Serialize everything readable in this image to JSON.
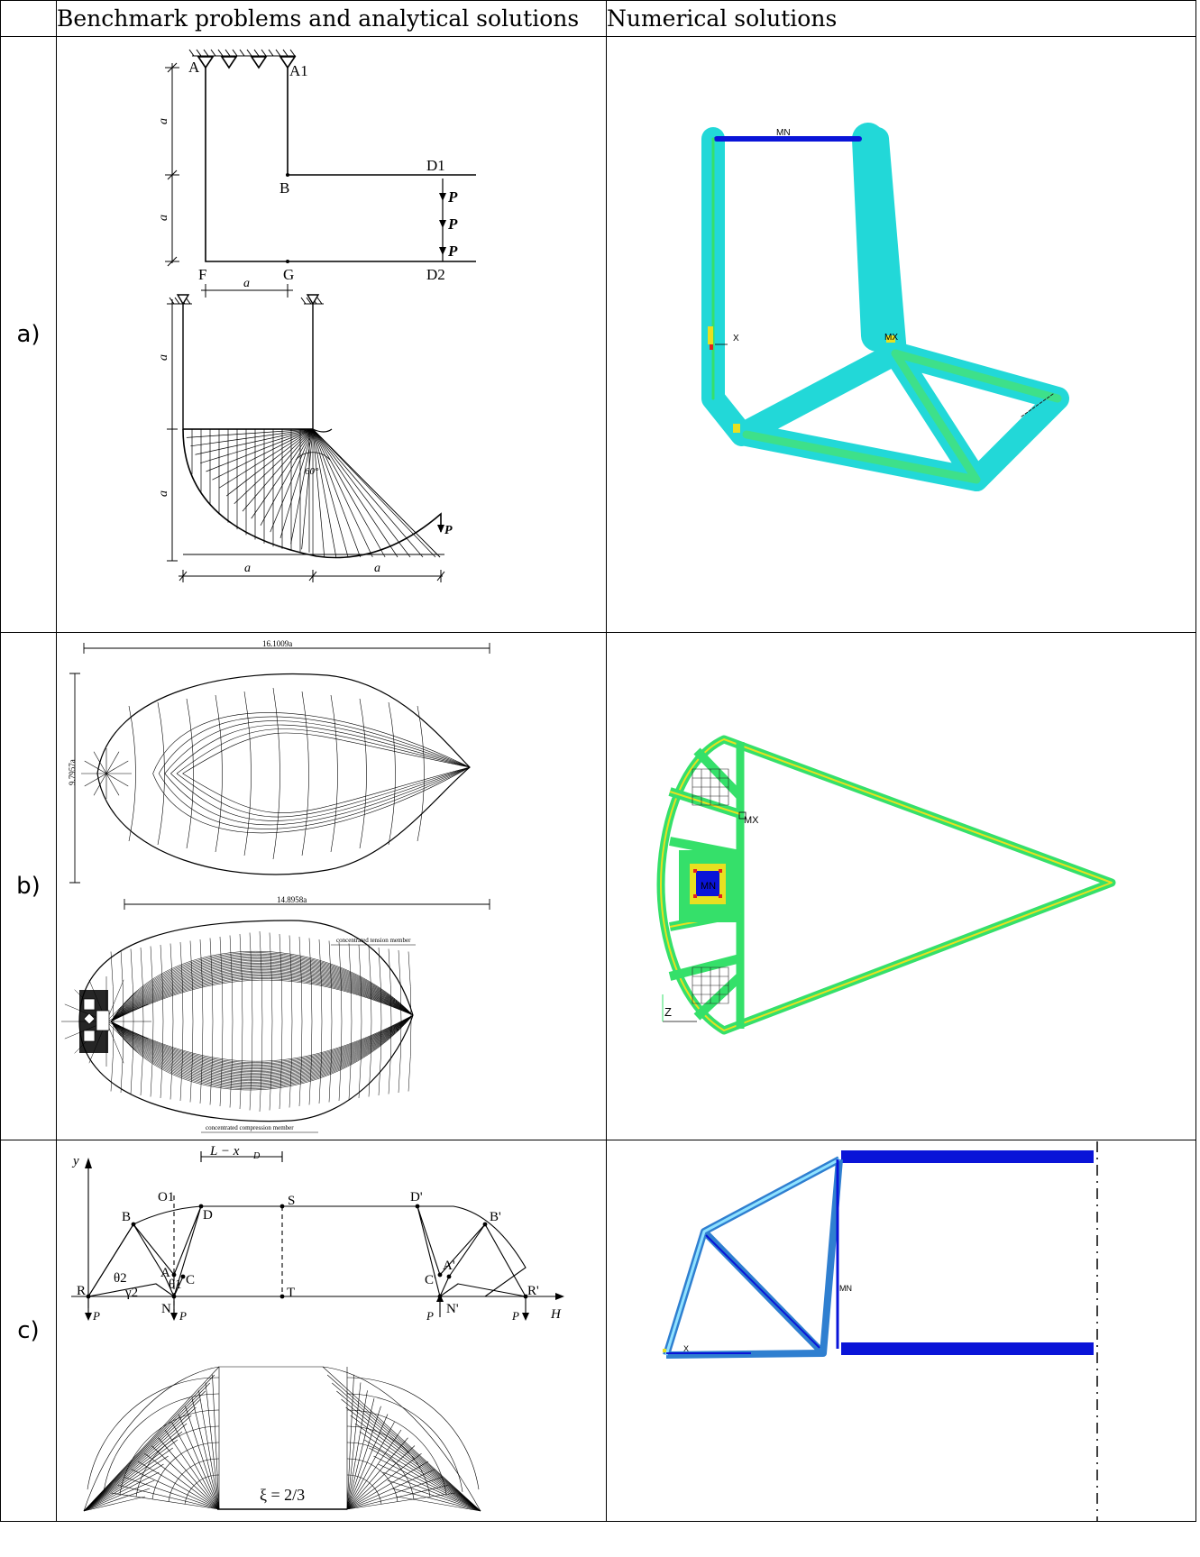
{
  "header": {
    "col_benchmark": "Benchmark problems and analytical solutions",
    "col_numerical": "Numerical solutions"
  },
  "rows": [
    {
      "label": "a)",
      "analytical": {
        "top_labels": [
          "A",
          "A1",
          "B",
          "D1",
          "D2",
          "F",
          "G",
          "P",
          "P",
          "P",
          "a",
          "a",
          "a"
        ],
        "bottom_labels": [
          "a",
          "a",
          "a",
          "a",
          "60°",
          "P"
        ]
      },
      "numerical": {
        "markers": [
          "MN",
          "MX",
          "X"
        ]
      }
    },
    {
      "label": "b)",
      "analytical": {
        "dims": [
          "16.1009a",
          "14.8958a",
          "9.7957a"
        ],
        "captions": [
          "concentrated tension member",
          "concentrated compression member"
        ]
      },
      "numerical": {
        "markers": [
          "MX",
          "MN",
          "Z"
        ]
      }
    },
    {
      "label": "c)",
      "analytical": {
        "labels": [
          "y",
          "L − x",
          "D",
          "O1",
          "D",
          "S",
          "D'",
          "B",
          "B'",
          "A",
          "A'",
          "C",
          "C'",
          "θ2",
          "θ1",
          "γ2",
          "R",
          "N",
          "T",
          "N'",
          "R'",
          "H",
          "P",
          "P",
          "P",
          "P"
        ],
        "formula": "ξ = 2/3"
      },
      "numerical": {
        "markers": [
          "MN",
          "X"
        ]
      }
    }
  ],
  "colors": {
    "contour_blue": "#0a14d8",
    "contour_cyan": "#19e6e6",
    "contour_green": "#35e06a",
    "contour_yellow": "#e8e020",
    "contour_red": "#e02020",
    "steel_blue": "#2f7fd0"
  }
}
